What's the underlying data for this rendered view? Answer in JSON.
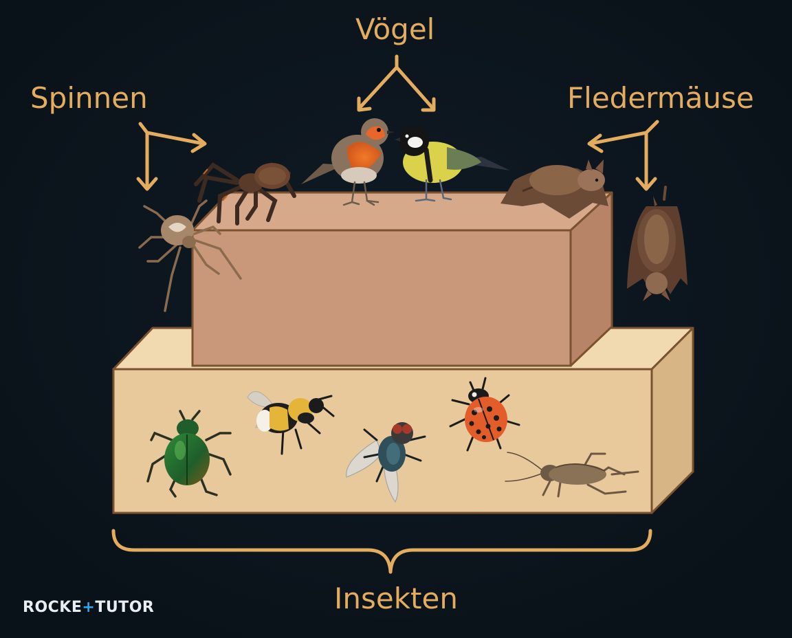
{
  "labels": {
    "top": "Vögel",
    "left": "Spinnen",
    "right": "Fledermäuse",
    "bottom": "Insekten"
  },
  "brand": {
    "part1": "ROCKE",
    "part2": "TUTOR"
  },
  "colors": {
    "background": "#0b141c",
    "label_text": "#e3ac5e",
    "arrow": "#e3ac5e",
    "upper_block_front": "#c9977a",
    "upper_block_top": "#d7a98b",
    "upper_block_side": "#b88468",
    "lower_block_front": "#e8c99b",
    "lower_block_top": "#f1d9b0",
    "lower_block_side": "#d7b585",
    "outline": "#7a5230"
  },
  "tiers": [
    {
      "level": "upper",
      "animals": [
        "Spinnen",
        "Vögel",
        "Fledermäuse"
      ]
    },
    {
      "level": "lower",
      "animals": [
        "Insekten"
      ]
    }
  ],
  "animals": {
    "upper": [
      "orb-weaver-spider",
      "tarantula",
      "robin",
      "great-tit",
      "bat-resting",
      "bat-hanging"
    ],
    "lower": [
      "green-beetle",
      "bumblebee",
      "blowfly",
      "ladybug",
      "cricket"
    ]
  }
}
